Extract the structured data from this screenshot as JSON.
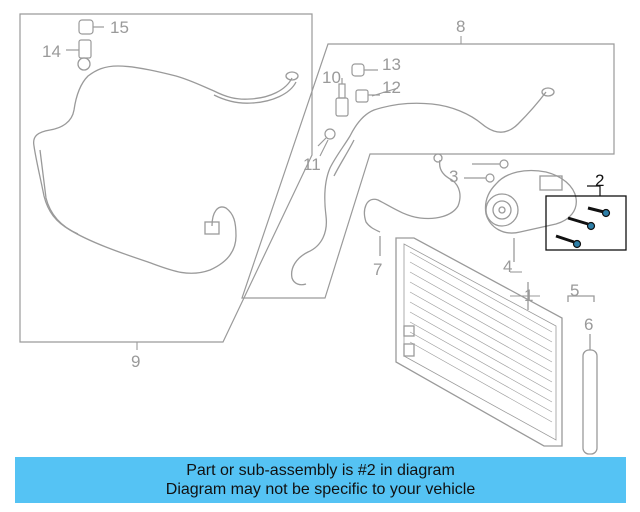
{
  "callouts": {
    "c1": "1",
    "c2": "2",
    "c3": "3",
    "c4": "4",
    "c5": "5",
    "c6": "6",
    "c7": "7",
    "c8": "8",
    "c9": "9",
    "c10": "10",
    "c11": "11",
    "c12": "12",
    "c13": "13",
    "c14": "14",
    "c15": "15"
  },
  "highlight_callout": "2",
  "colors": {
    "banner": "#55c3f4",
    "lines": "#9a9a9a",
    "highlight": "#111111"
  },
  "banner": {
    "line1": "Part or sub-assembly is #2 in diagram",
    "line2": "Diagram may not be specific to your vehicle"
  }
}
